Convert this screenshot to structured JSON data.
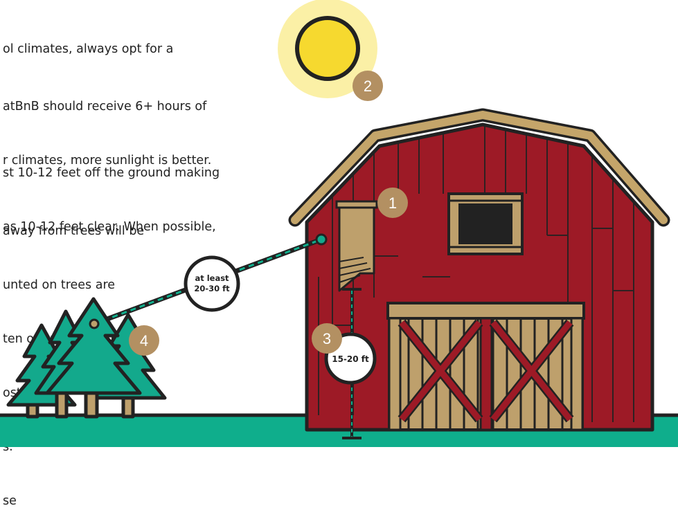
{
  "colors": {
    "barn_red": "#9d1a26",
    "barn_trim": "#bea06c",
    "roof": "#c4a56a",
    "outline": "#222222",
    "ground": "#0fae8c",
    "tree": "#13a98c",
    "sun": "#f6d92f",
    "sun_glow": "#fbf0a6",
    "badge": "#b39062"
  },
  "paragraphs": [
    {
      "lines": [
        "ol climates, always opt for a"
      ]
    },
    {
      "lines": [
        "atBnB should receive 6+ hours of",
        "r climates, more sunlight is better."
      ]
    },
    {
      "lines": [
        "st 10-12 feet off the ground making",
        "as 10-12 feet clear. When possible,"
      ]
    },
    {
      "lines": [
        "away from trees will be",
        "unted on trees are",
        "ten offer limited sun",
        "ostly",
        "s.",
        "se"
      ]
    }
  ],
  "markers": {
    "m1": "1",
    "m2": "2",
    "m3": "3",
    "m4": "4"
  },
  "labels": {
    "tree_distance": [
      "at least",
      "20-30 ft"
    ],
    "height": "15-20 ft"
  }
}
